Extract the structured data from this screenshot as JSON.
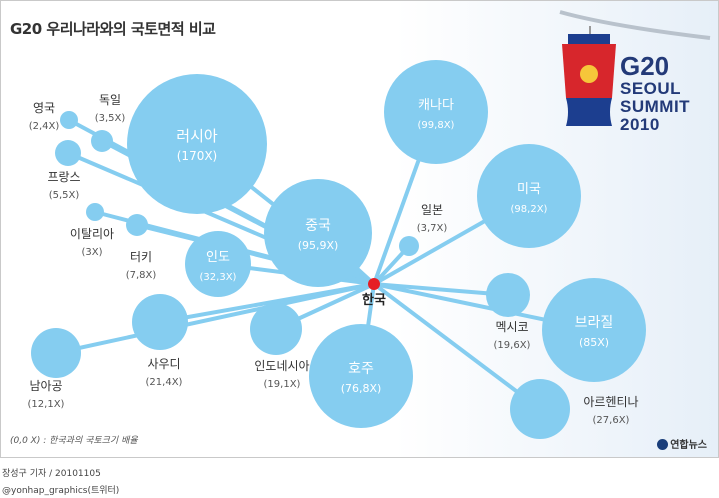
{
  "title": "G20 우리나라와의 국토면적 비교",
  "center": {
    "name": "한국"
  },
  "countries": [
    {
      "id": "russia",
      "name": "러시아",
      "ratio": "(170X)",
      "value": 170,
      "inside": true
    },
    {
      "id": "china",
      "name": "중국",
      "ratio": "(95,9X)",
      "value": 95.9,
      "inside": true
    },
    {
      "id": "india",
      "name": "인도",
      "ratio": "(32,3X)",
      "value": 32.3,
      "inside": true
    },
    {
      "id": "uk",
      "name": "영국",
      "ratio": "(2,4X)",
      "value": 2.4,
      "inside": false
    },
    {
      "id": "germany",
      "name": "독일",
      "ratio": "(3,5X)",
      "value": 3.5,
      "inside": false
    },
    {
      "id": "france",
      "name": "프랑스",
      "ratio": "(5,5X)",
      "value": 5.5,
      "inside": false
    },
    {
      "id": "italy",
      "name": "이탈리아",
      "ratio": "(3X)",
      "value": 3,
      "inside": false
    },
    {
      "id": "turkey",
      "name": "터키",
      "ratio": "(7,8X)",
      "value": 7.8,
      "inside": false
    },
    {
      "id": "canada",
      "name": "캐나다",
      "ratio": "(99,8X)",
      "value": 99.8,
      "inside": true
    },
    {
      "id": "usa",
      "name": "미국",
      "ratio": "(98,2X)",
      "value": 98.2,
      "inside": true
    },
    {
      "id": "japan",
      "name": "일본",
      "ratio": "(3,7X)",
      "value": 3.7,
      "inside": false
    },
    {
      "id": "mexico",
      "name": "멕시코",
      "ratio": "(19,6X)",
      "value": 19.6,
      "inside": false
    },
    {
      "id": "brazil",
      "name": "브라질",
      "ratio": "(85X)",
      "value": 85,
      "inside": true
    },
    {
      "id": "argentina",
      "name": "아르헨티나",
      "ratio": "(27,6X)",
      "value": 27.6,
      "inside": false
    },
    {
      "id": "australia",
      "name": "호주",
      "ratio": "(76,8X)",
      "value": 76.8,
      "inside": true
    },
    {
      "id": "indonesia",
      "name": "인도네시아",
      "ratio": "(19,1X)",
      "value": 19.1,
      "inside": false
    },
    {
      "id": "saudi",
      "name": "사우디",
      "ratio": "(21,4X)",
      "value": 21.4,
      "inside": false
    },
    {
      "id": "southafrica",
      "name": "남아공",
      "ratio": "(12,1X)",
      "value": 12.1,
      "inside": false
    }
  ],
  "note": "(0,0 X) : 한국과의 국토크기 배율",
  "agency": "연합뉴스",
  "credit_line1": "장성구 기자 / 20101105",
  "credit_line2": "@yonhap_graphics(트위터)",
  "logo": {
    "g20": "G20",
    "line1": "SEOUL",
    "line2": "SUMMIT",
    "line3": "2010"
  },
  "colors": {
    "bubble": "#85cdf0",
    "line": "#85cdf0",
    "center_dot": "#e61e25",
    "logo_red": "#d7262c",
    "logo_navy": "#233a78"
  }
}
